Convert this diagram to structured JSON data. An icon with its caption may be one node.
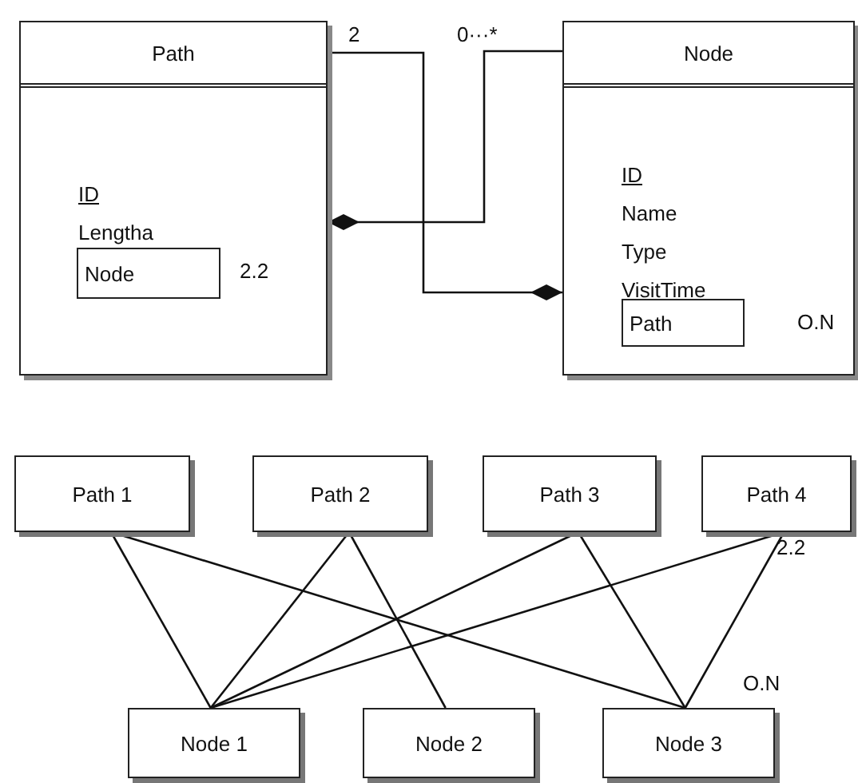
{
  "diagram": {
    "nodes": [
      {
        "text": [
          "Path",
          "ID",
          "Lengtha"
        ]
      },
      {
        "text": [
          "Node"
        ],
        "in": 0,
        "beside": [
          "2.2"
        ]
      },
      {
        "text": [
          "Node",
          "ID",
          "Name",
          "Type",
          "VisitTime"
        ]
      },
      {
        "text": [
          "Path"
        ],
        "in": 2,
        "beside": [
          "O.N"
        ]
      },
      {
        "text": [
          "Path 1"
        ]
      },
      {
        "text": [
          "Path 2"
        ]
      },
      {
        "text": [
          "Path 3"
        ]
      },
      {
        "text": [
          "Path 4"
        ]
      },
      {
        "text": [
          "Node 1"
        ]
      },
      {
        "text": [
          "Node 2"
        ]
      },
      {
        "text": [
          "Node 3"
        ]
      }
    ],
    "edges": [
      {
        "from": 0,
        "to": 2,
        "arrow": "other"
      },
      {
        "from": 2,
        "to": 0,
        "arrow": "other"
      },
      {
        "from": 4,
        "to": 8,
        "arrow": "none"
      },
      {
        "from": 4,
        "to": 10,
        "arrow": "none"
      },
      {
        "from": 5,
        "to": 8,
        "arrow": "none"
      },
      {
        "from": 5,
        "to": 9,
        "arrow": "none"
      },
      {
        "from": 6,
        "to": 8,
        "arrow": "none"
      },
      {
        "from": 6,
        "to": 10,
        "arrow": "none"
      },
      {
        "from": 7,
        "to": 8,
        "arrow": "none"
      },
      {
        "from": 7,
        "to": 10,
        "arrow": "none"
      }
    ],
    "labels": [
      "2",
      "0···*",
      "2.2",
      "O.N"
    ]
  }
}
